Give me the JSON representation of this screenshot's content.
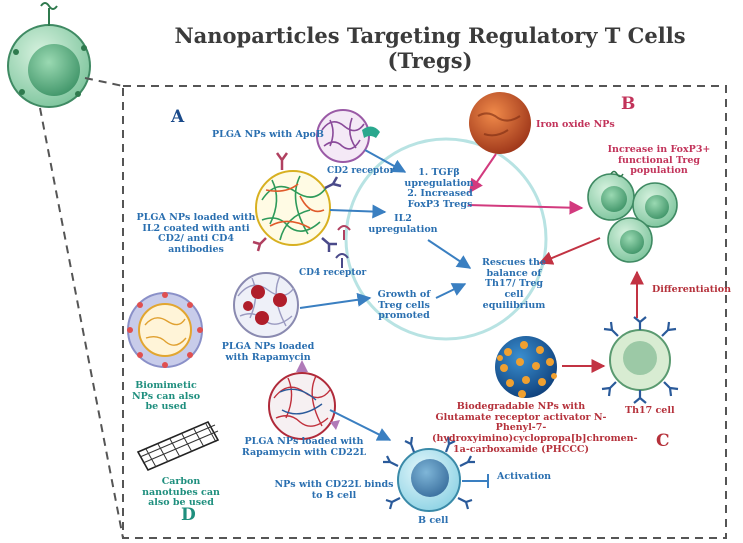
{
  "title": "Nanoparticles Targeting Regulatory T Cells (Tregs)",
  "sections": {
    "a": "A",
    "b": "B",
    "c": "C",
    "d": "D"
  },
  "labels": {
    "plga_apob": "PLGA NPs with ApoB",
    "cd2_receptor": "CD2 receptor",
    "plga_il2": "PLGA NPs loaded with IL2 coated with anti CD2/ anti CD4 antibodies",
    "cd4_receptor": "CD4 receptor",
    "il2_up": "IL2 upregulation",
    "tgf_up": "1. TGFβ upregulation",
    "foxp3_tregs": "2. Increased FoxP3 Tregs",
    "iron_oxide": "Iron oxide NPs",
    "foxp3_increase": "Increase in FoxP3+ functional Treg population",
    "rescues": "Rescues the balance of Th17/ Treg cell equilibrium",
    "growth": "Growth of Treg cells promoted",
    "plga_rapa": "PLGA NPs loaded with Rapamycin",
    "biomimetic": "Biomimetic NPs can also be used",
    "differentiation": "Differentiation",
    "bio_nps": "Biodegradable NPs with Glutamate receptor activator N-Phenyl-7-(hydroxyimino)cyclopropa[b]chromen-1a-carboxamide (PHCCC)",
    "th17": "Th17 cell",
    "plga_cd22l": "PLGA NPs loaded with Rapamycin with CD22L",
    "carbon": "Carbon nanotubes can also be used",
    "nps_cd22l": "NPs with CD22L binds to B cell",
    "activation": "Activation",
    "bcell": "B cell"
  },
  "colors": {
    "blue_text": "#2a6fb0",
    "red_text": "#b5313b",
    "teal_text": "#1f8f7e",
    "treg_cell": "#8fd0ae",
    "nucleus": "#4ea37a",
    "bcell": "#aee3ef",
    "th17": "#c5e3c5"
  }
}
